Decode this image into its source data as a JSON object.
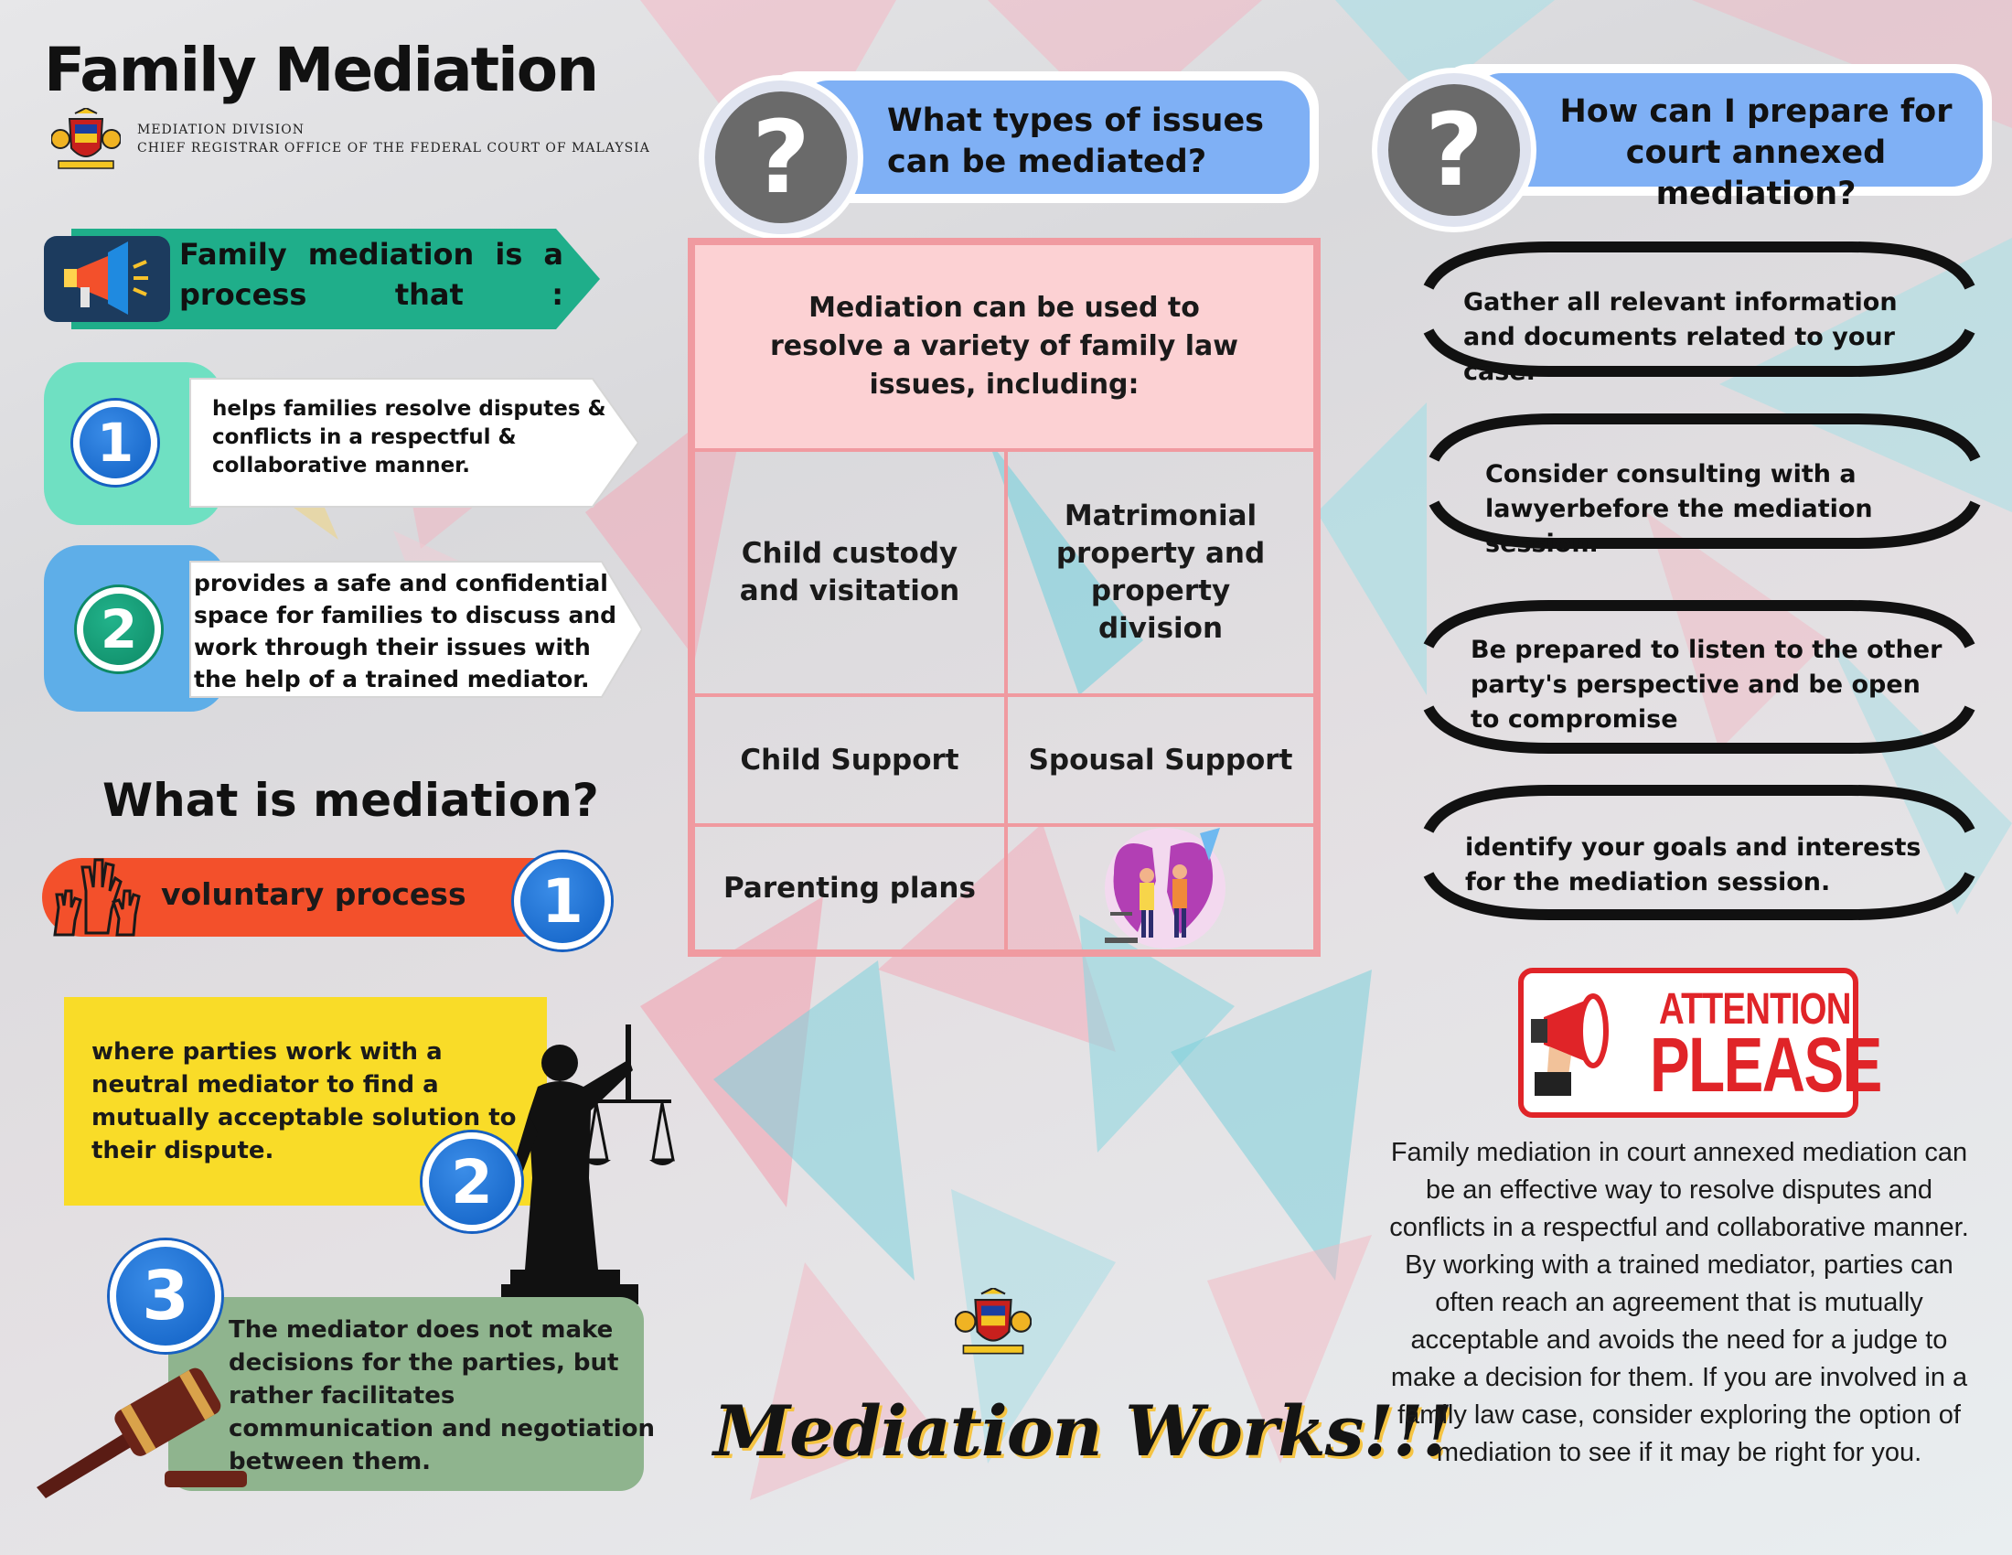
{
  "header": {
    "title": "Family Mediation",
    "org_line1": "MEDIATION DIVISION",
    "org_line2": "CHIEF REGISTRAR OFFICE OF THE FEDERAL COURT OF MALAYSIA"
  },
  "left": {
    "banner": "Family mediation is a process that :",
    "points": [
      {
        "num": "1",
        "text": "helps families resolve disputes & conflicts in a respectful & collaborative manner."
      },
      {
        "num": "2",
        "text": "provides a safe and confidential space for families to discuss and work through their issues with the help of a trained mediator."
      }
    ],
    "what_title": "What is mediation?",
    "steps": [
      {
        "num": "1",
        "text": "voluntary process"
      },
      {
        "num": "2",
        "text": "where parties work with a neutral mediator to find a mutually acceptable solution to their dispute."
      },
      {
        "num": "3",
        "text": "The mediator does not make decisions for the parties, but rather facilitates communication and negotiation between them."
      }
    ]
  },
  "middle": {
    "question_mark": "?",
    "question": "What types of issues can be mediated?",
    "table_header": "Mediation can be used to resolve a variety of family law issues, including:",
    "cells": [
      "Child custody and visitation",
      "Matrimonial property and property division",
      "Child Support",
      "Spousal Support",
      "Parenting plans"
    ]
  },
  "right": {
    "question_mark": "?",
    "question": "How can I prepare for court annexed mediation?",
    "tips": [
      "Gather all relevant information and documents related to your case.",
      "Consider consulting with a lawyerbefore the mediation session.",
      "Be prepared to listen to the other party's perspective and be open to compromise",
      "identify your goals and interests for the mediation session."
    ],
    "attention_top": "ATTENTION",
    "attention_bottom": "PLEASE",
    "summary": "Family mediation in court annexed mediation can be an effective way to resolve disputes and conflicts in a respectful and collaborative manner. By working with a trained mediator, parties can often reach an agreement that is mutually acceptable and avoids the need for a judge to make a decision for them. If you are involved in a family law case, consider exploring the option of mediation to see if it may be right for you."
  },
  "footer": {
    "slogan": "Mediation Works!!!"
  },
  "colors": {
    "green": "#1fae8a",
    "blue": "#7fb0f5",
    "orange": "#f3502b",
    "yellow": "#f9dc28",
    "sage": "#8fb48e",
    "pink": "#fcd1d3",
    "pink_border": "#f09aa0",
    "red": "#e02428"
  },
  "icons": [
    "megaphone-icon",
    "hands-icon",
    "lady-justice-icon",
    "gavel-icon",
    "couple-illustration",
    "crest-icon",
    "question-icon"
  ]
}
